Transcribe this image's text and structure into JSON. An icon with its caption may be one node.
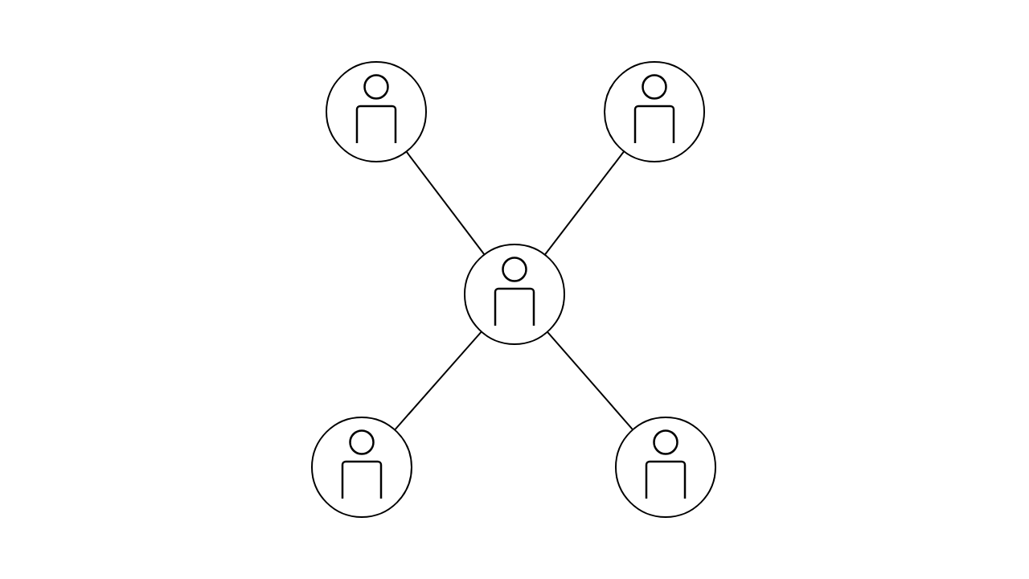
{
  "diagram": {
    "nodes": [
      {
        "text": [],
        "shape": "person"
      },
      {
        "text": [],
        "shape": "person"
      },
      {
        "text": [],
        "shape": "person"
      },
      {
        "text": [],
        "shape": "person"
      },
      {
        "text": [],
        "shape": "person"
      }
    ],
    "edges": [
      {
        "from": 2,
        "to": 0,
        "arrow": "none"
      },
      {
        "from": 2,
        "to": 1,
        "arrow": "none"
      },
      {
        "from": 2,
        "to": 3,
        "arrow": "none"
      },
      {
        "from": 2,
        "to": 4,
        "arrow": "none"
      }
    ]
  }
}
